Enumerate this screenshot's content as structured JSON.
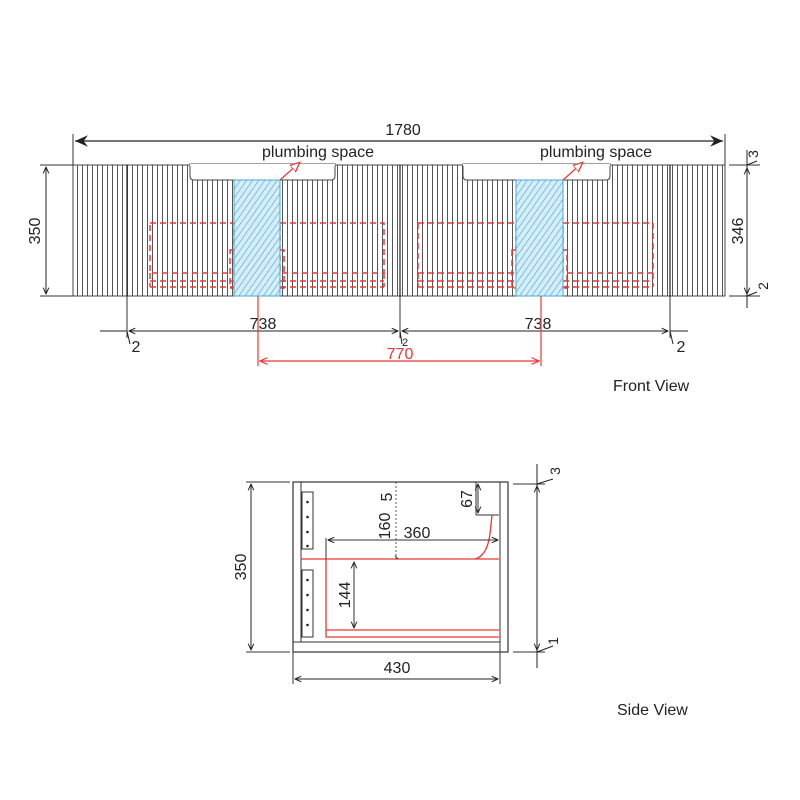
{
  "front_view": {
    "title": "Front View",
    "overall_width": "1780",
    "height_left": "350",
    "height_right": "346",
    "gap_top": "3",
    "gap_bottom": "2",
    "plumbing_label_left": "plumbing space",
    "plumbing_label_right": "plumbing space",
    "drawer_width_left": "738",
    "drawer_width_right": "738",
    "gap_left": "2",
    "gap_middle": "2",
    "gap_right": "2",
    "plumbing_center_distance": "770"
  },
  "side_view": {
    "title": "Side View",
    "height": "350",
    "depth": "430",
    "gap_top": "3",
    "gap_bottom": "1",
    "dim_5": "5",
    "dim_160": "160",
    "dim_360": "360",
    "dim_67": "67",
    "dim_144": "144"
  },
  "colors": {
    "line": "#333333",
    "red": "#e53935",
    "plumbing_blue": "#4aa8d8",
    "plumbing_fill": "#d6eef9"
  }
}
